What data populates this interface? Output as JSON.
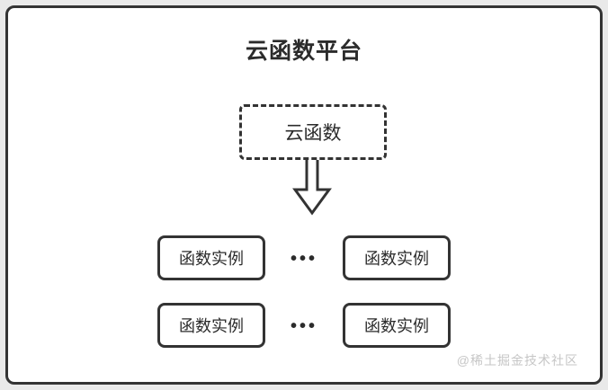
{
  "diagram": {
    "title": "云函数平台",
    "cloud_function": {
      "label": "云函数"
    },
    "rows": [
      {
        "left": "函数实例",
        "ellipsis": "•••",
        "right": "函数实例"
      },
      {
        "left": "函数实例",
        "ellipsis": "•••",
        "right": "函数实例"
      }
    ],
    "watermark": "@稀土掘金技术社区",
    "colors": {
      "border": "#333333",
      "text": "#2b2b2b",
      "watermark": "#c6c6c6",
      "background": "#ffffff"
    }
  }
}
